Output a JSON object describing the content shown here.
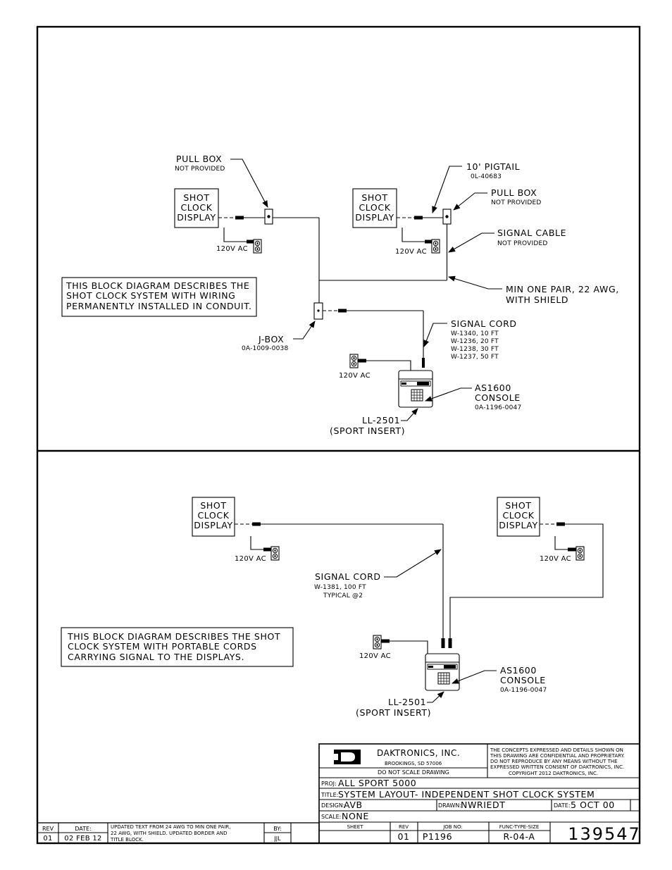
{
  "top_panel": {
    "display_left": [
      "SHOT",
      "CLOCK",
      "DISPLAY"
    ],
    "display_right": [
      "SHOT",
      "CLOCK",
      "DISPLAY"
    ],
    "pull_box_left": {
      "title": "PULL BOX",
      "sub": "NOT PROVIDED"
    },
    "pigtail": {
      "title": "10' PIGTAIL",
      "sub": "0L-40683"
    },
    "pull_box_right": {
      "title": "PULL BOX",
      "sub": "NOT PROVIDED"
    },
    "signal_cable": {
      "title": "SIGNAL CABLE",
      "sub": "NOT PROVIDED"
    },
    "min_pair": [
      "MIN ONE PAIR, 22 AWG,",
      "WITH SHIELD"
    ],
    "power_left": "120V AC",
    "power_right": "120V AC",
    "power_console": "120V AC",
    "description": [
      "THIS BLOCK DIAGRAM DESCRIBES THE",
      "SHOT CLOCK SYSTEM WITH WIRING",
      "PERMANENTLY INSTALLED IN CONDUIT."
    ],
    "jbox": {
      "title": "J-BOX",
      "sub": "0A-1009-0038"
    },
    "signal_cord": {
      "title": "SIGNAL CORD",
      "lines": [
        "W-1340, 10 FT",
        "W-1236, 20 FT",
        "W-1238, 30 FT",
        "W-1237, 50 FT"
      ]
    },
    "console": {
      "title": "AS1600",
      "title2": "CONSOLE",
      "sub": "0A-1196-0047"
    },
    "insert": [
      "LL-2501",
      "(SPORT INSERT)"
    ]
  },
  "bottom_panel": {
    "display_left": [
      "SHOT",
      "CLOCK",
      "DISPLAY"
    ],
    "display_right": [
      "SHOT",
      "CLOCK",
      "DISPLAY"
    ],
    "power_left": "120V AC",
    "power_right": "120V AC",
    "power_console": "120V AC",
    "signal_cord": [
      "SIGNAL CORD",
      "W-1381, 100 FT",
      "TYPICAL @2"
    ],
    "description": [
      "THIS BLOCK DIAGRAM DESCRIBES THE SHOT",
      "CLOCK SYSTEM WITH PORTABLE CORDS",
      "CARRYING SIGNAL TO THE DISPLAYS."
    ],
    "console": {
      "title": "AS1600",
      "title2": "CONSOLE",
      "sub": "0A-1196-0047"
    },
    "insert": [
      "LL-2501",
      "(SPORT INSERT)"
    ]
  },
  "title_block": {
    "company": "DAKTRONICS, INC.",
    "location": "BROOKINGS, SD   57006",
    "no_scale": "DO NOT SCALE DRAWING",
    "confidential": [
      "THE CONCEPTS EXPRESSED AND DETAILS SHOWN ON",
      "THIS DRAWING ARE CONFIDENTIAL AND PROPRIETARY.",
      "DO NOT REPRODUCE BY ANY MEANS WITHOUT THE",
      "EXPRESSED WRITTEN CONSENT OF DAKTRONICS, INC.",
      "COPYRIGHT 2012 DAKTRONICS, INC."
    ],
    "proj_label": "PROJ:",
    "proj": "ALL SPORT 5000",
    "title_label": "TITLE:",
    "title": "SYSTEM LAYOUT- INDEPENDENT SHOT CLOCK SYSTEM",
    "design_label": "DESIGN:",
    "design": "AVB",
    "drawn_label": "DRAWN:",
    "drawn": "NWRIEDT",
    "date_label": "DATE:",
    "date": "5 OCT 00",
    "scale_label": "SCALE:",
    "scale": "NONE",
    "sheet_label": "SHEET",
    "rev_label": "REV",
    "job_label": "JOB NO:",
    "func_label": "FUNC-TYPE-SIZE",
    "rev": "01",
    "job": "P1196",
    "func": "R-04-A",
    "drawing_number": "139547"
  },
  "revision": {
    "rev_label": "REV",
    "date_label": "DATE:",
    "by_label": "BY:",
    "rev": "01",
    "date": "02 FEB 12",
    "description": [
      "UPDATED TEXT FROM 24 AWG TO MIN ONE PAIR,",
      "22 AWG, WITH SHIELD. UPDATED BORDER AND",
      "TITLE BLOCK."
    ],
    "by": "JJL"
  }
}
